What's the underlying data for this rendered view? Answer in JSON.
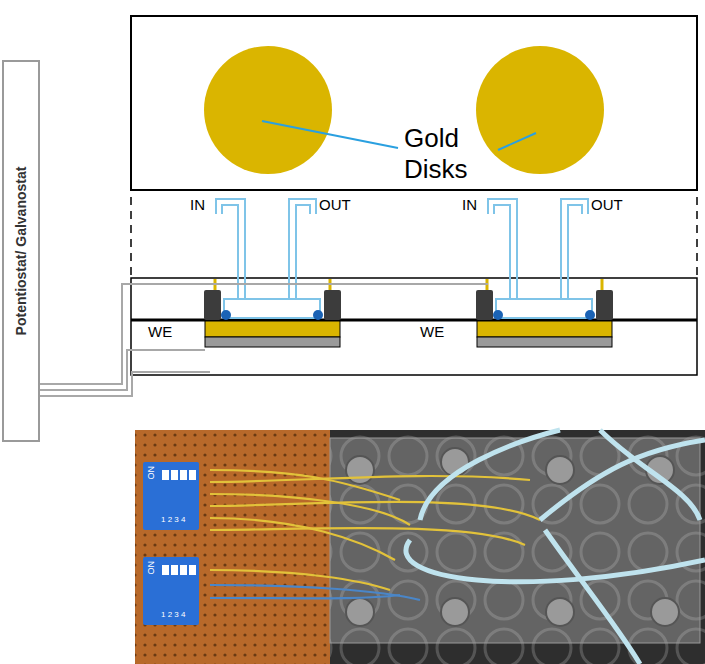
{
  "diagram": {
    "nodes": [
      {
        "text": [
          "Potentiostat/ Galvanostat"
        ]
      },
      {
        "text": [
          "Gold Disks"
        ]
      }
    ],
    "labels": [
      "IN",
      "OUT",
      "WE",
      "IN",
      "OUT",
      "WE",
      "ON",
      "1 2 3 4",
      "ON",
      "1 2 3 4"
    ]
  }
}
